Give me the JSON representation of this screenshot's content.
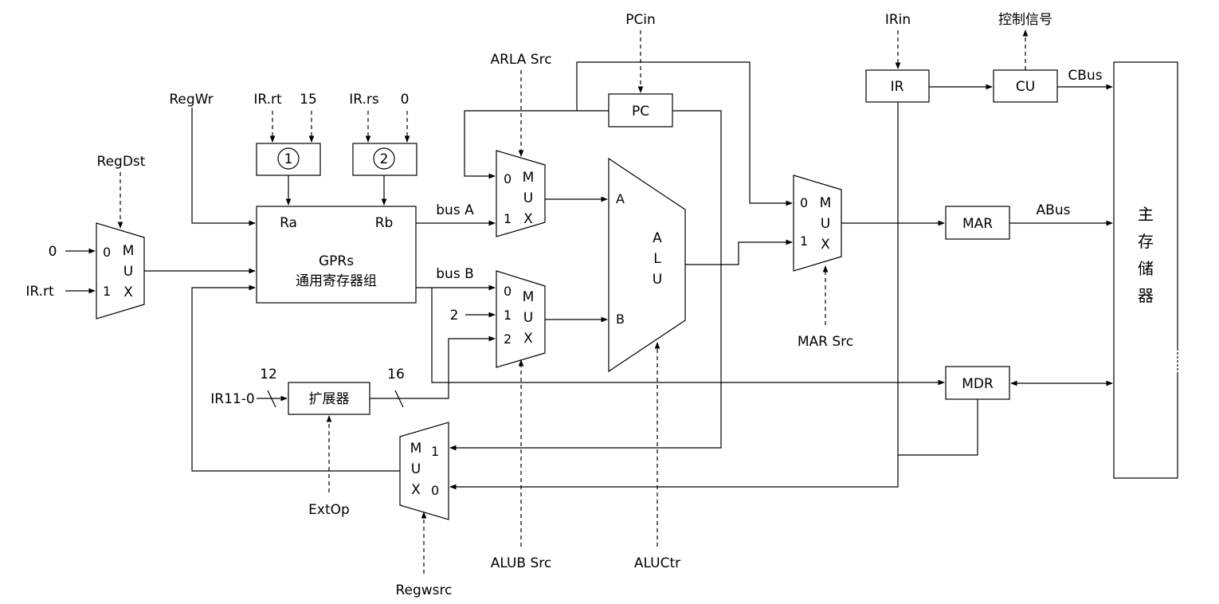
{
  "labels": {
    "regdst": "RegDst",
    "regwr": "RegWr",
    "irrt_top": "IR.rt",
    "fifteen": "15",
    "irrs": "IR.rs",
    "zero_top": "0",
    "arla_src": "ARLA Src",
    "pcin": "PCin",
    "irin": "IRin",
    "control_signal": "控制信号",
    "cbus": "CBus",
    "abus": "ABus",
    "bus_a": "bus A",
    "bus_b": "bus B",
    "in_zero": "0",
    "in_irrt": "IR.rt",
    "two": "2",
    "twelve": "12",
    "sixteen": "16",
    "ir11_0": "IR11-0",
    "extop": "ExtOp",
    "alub_src": "ALUB Src",
    "aluctr": "ALUCtr",
    "mar_src": "MAR Src",
    "regwsrc": "Regwsrc"
  },
  "blocks": {
    "dec1": "1",
    "dec2": "2",
    "gprs_port_a": "Ra",
    "gprs_port_b": "Rb",
    "gprs_name": "GPRs",
    "gprs_cn": "通用寄存器组",
    "pc": "PC",
    "ir": "IR",
    "cu": "CU",
    "mar": "MAR",
    "mdr": "MDR",
    "extender": "扩展器",
    "alu": [
      "A",
      "L",
      "U"
    ],
    "alu_in_a": "A",
    "alu_in_b": "B",
    "memory": [
      "主",
      "存",
      "储",
      "器"
    ]
  },
  "mux": {
    "letters": [
      "M",
      "U",
      "X"
    ],
    "regdst_inputs": [
      "0",
      "1"
    ],
    "alua_inputs": [
      "0",
      "1"
    ],
    "alub_inputs": [
      "0",
      "1",
      "2"
    ],
    "mar_inputs": [
      "0",
      "1"
    ],
    "regw_inputs": [
      "1",
      "0"
    ]
  }
}
